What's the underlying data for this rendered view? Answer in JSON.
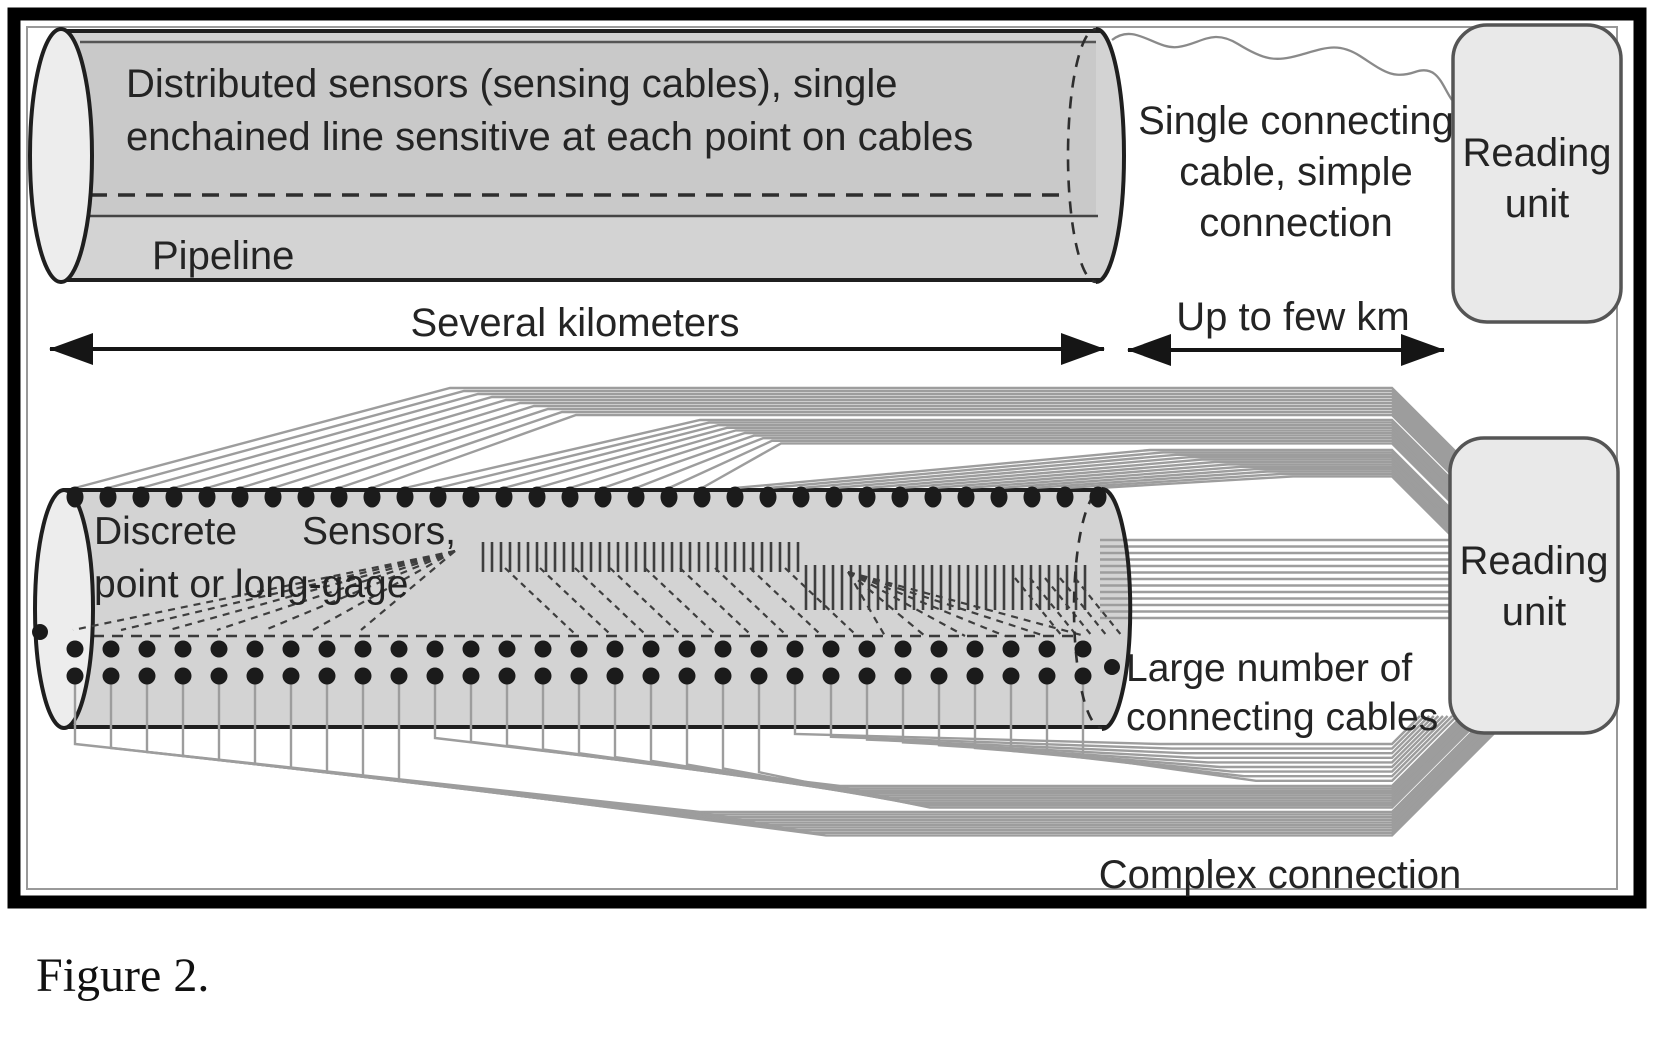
{
  "figure": {
    "caption": "Figure 2."
  },
  "top_panel": {
    "pipe_text": "Distributed sensors (sensing cables), single\nenchained line sensitive at each point on cables",
    "pipe_name": "Pipeline",
    "connection_text": "Single connecting\ncable, simple\nconnection",
    "reading_unit": "Reading\nunit",
    "pipe_distance": "Several kilometers",
    "cable_distance": "Up to few km"
  },
  "bottom_panel": {
    "sensors_text": "Discrete      Sensors,\npoint or long-gage",
    "cables_text": "Large number of\nconnecting cables",
    "reading_unit": "Reading\nunit",
    "connection_text": "Complex connection"
  },
  "colors": {
    "pipe_fill": "#d3d3d3",
    "pipe_inner_fill": "#c9c9c9",
    "cap_fill": "#ededed",
    "box_fill": "#e9e9e9",
    "box_stroke": "#555555",
    "cable": "#9d9d9d",
    "dot": "#1b1b1b",
    "dash": "#3e3e3e",
    "outline": "#1f1f1f",
    "border": "#000000",
    "inner_border": "#999999",
    "text": "#242424"
  }
}
